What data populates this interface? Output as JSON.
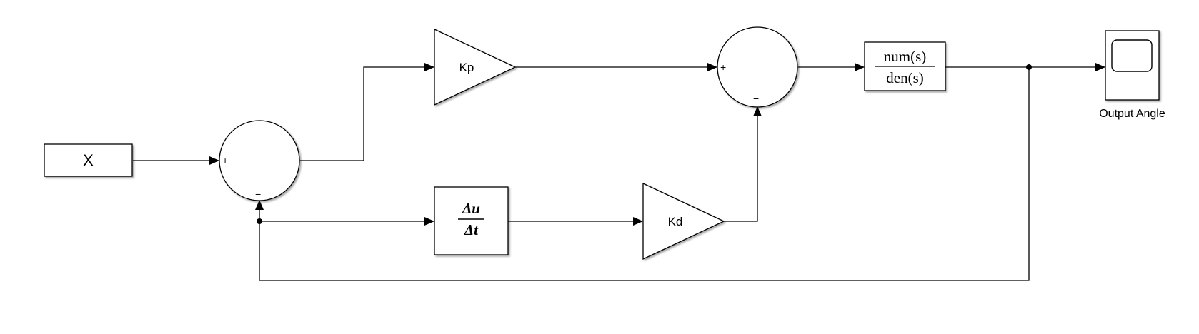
{
  "blocks": {
    "constant": {
      "label": "X"
    },
    "sum1": {
      "sign_plus": "+",
      "sign_minus": "−"
    },
    "sum2": {
      "sign_plus": "+",
      "sign_minus": "−"
    },
    "gain_kp": {
      "label": "Kp"
    },
    "gain_kd": {
      "label": "Kd"
    },
    "derivative": {
      "numerator": "Δu",
      "denominator": "Δt"
    },
    "transfer_fcn": {
      "numerator": "num(s)",
      "denominator": "den(s)"
    },
    "scope": {
      "label": "Output Angle",
      "icon": "scope-icon"
    }
  }
}
